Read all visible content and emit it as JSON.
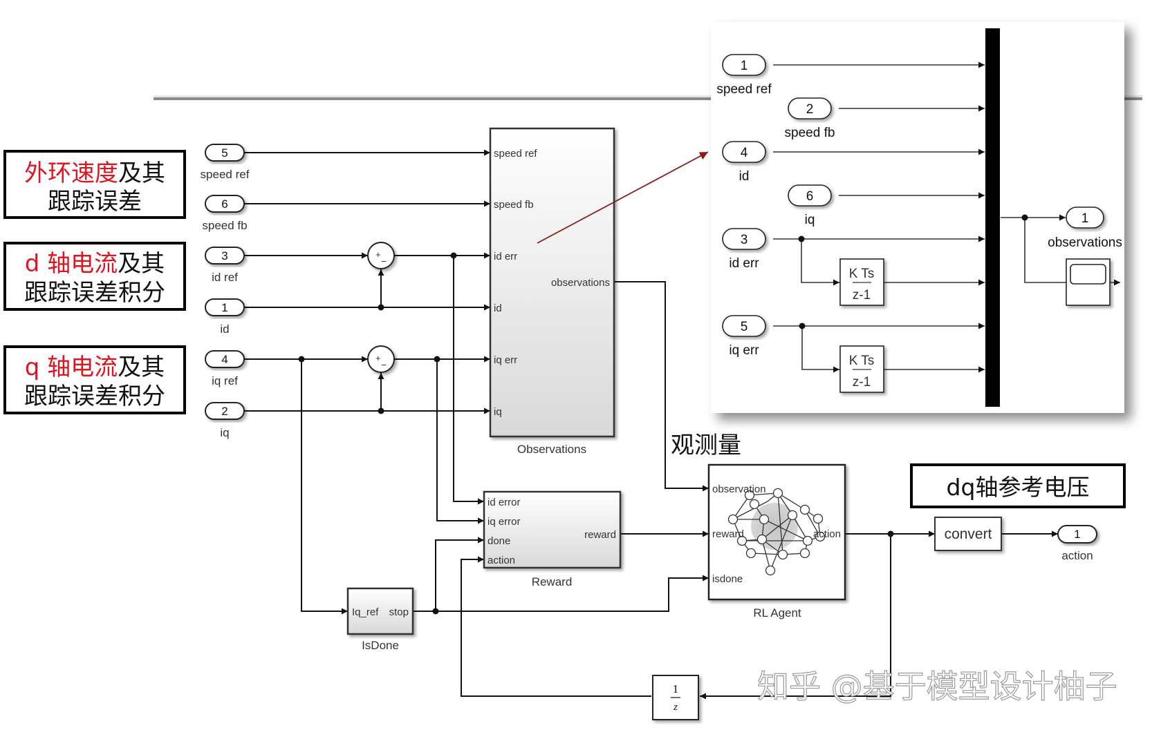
{
  "annotations": {
    "outer_speed": {
      "red": "外环速度",
      "black": "及其",
      "line2": "跟踪误差"
    },
    "d_axis": {
      "red": "d 轴电流",
      "black": "及其",
      "line2": "跟踪误差积分"
    },
    "q_axis": {
      "red": "q 轴电流",
      "black": "及其",
      "line2": "跟踪误差积分"
    },
    "observations_cn": "观测量",
    "dq_voltage": "dq轴参考电压",
    "watermark": "知乎 @基于模型设计柚子"
  },
  "colors": {
    "annotation_red": "#e0141e",
    "callout_arrow": "#8b1a1a",
    "wire": "#111111",
    "block_border": "#333333"
  },
  "inports": [
    {
      "num": "5",
      "label": "speed ref"
    },
    {
      "num": "6",
      "label": "speed fb"
    },
    {
      "num": "3",
      "label": "id ref"
    },
    {
      "num": "1",
      "label": "id"
    },
    {
      "num": "4",
      "label": "iq ref"
    },
    {
      "num": "2",
      "label": "iq"
    }
  ],
  "sum_blocks": [
    {
      "plus": "+",
      "minus": "−"
    },
    {
      "plus": "+",
      "minus": "−"
    }
  ],
  "observations_block": {
    "name": "Observations",
    "inputs": [
      "speed ref",
      "speed fb",
      "id err",
      "id",
      "iq err",
      "iq"
    ],
    "output": "observations"
  },
  "reward_block": {
    "name": "Reward",
    "inputs": [
      "id error",
      "iq error",
      "done",
      "action"
    ],
    "output": "reward"
  },
  "isdone_block": {
    "name": "IsDone",
    "input": "Iq_ref",
    "output": "stop"
  },
  "rl_agent_block": {
    "name": "RL Agent",
    "inputs": [
      "observation",
      "reward",
      "isdone"
    ],
    "output": "action"
  },
  "convert_block": {
    "label": "convert"
  },
  "action_outport": {
    "num": "1",
    "label": "action"
  },
  "unit_delay": {
    "num": "1",
    "den": "z"
  },
  "inset": {
    "inports": [
      {
        "num": "1",
        "label": "speed ref"
      },
      {
        "num": "2",
        "label": "speed fb"
      },
      {
        "num": "4",
        "label": "id"
      },
      {
        "num": "6",
        "label": "iq"
      },
      {
        "num": "3",
        "label": "id err"
      },
      {
        "num": "5",
        "label": "iq err"
      }
    ],
    "integrators": [
      {
        "num": "K Ts",
        "den": "z-1"
      },
      {
        "num": "K Ts",
        "den": "z-1"
      }
    ],
    "outport": {
      "num": "1",
      "label": "observations"
    },
    "scope": "scope"
  }
}
